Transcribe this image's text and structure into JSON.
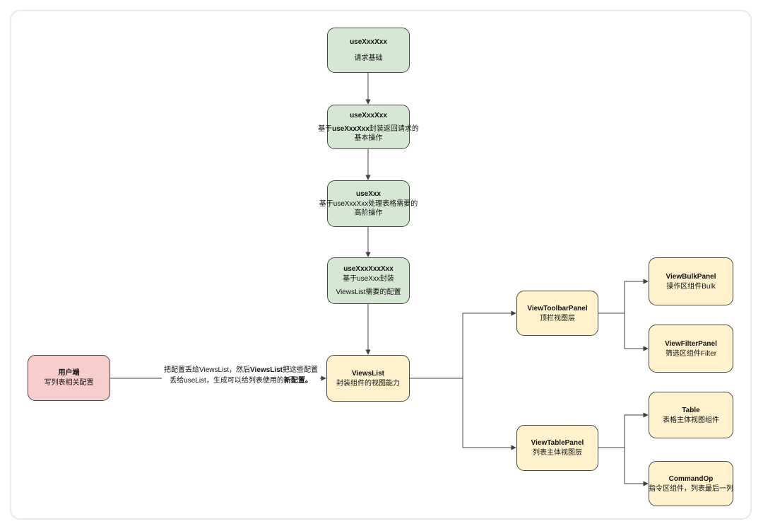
{
  "colors": {
    "green_fill": "#d5e8d4",
    "yellow_fill": "#fff2cc",
    "pink_fill": "#f8cecc",
    "stroke": "#474747",
    "line": "#3f3f3f",
    "frame_border": "#e9e9e9"
  },
  "nodes": {
    "use1": {
      "title": "useXxxXxx",
      "body1": "请求基础"
    },
    "use2": {
      "title": "useXxxXxx",
      "l1_pre": "基于",
      "l1_bold": "useXxxXxx",
      "l1_post": "封装返回请求的",
      "l2": "基本操作"
    },
    "use3": {
      "title": "useXxx",
      "l1": "基于useXxxXxx处理表格需要的",
      "l2": "高阶操作"
    },
    "use4": {
      "title": "useXxxXxxXxx",
      "l1": "基于useXxx封装",
      "l2": "ViewsList需要的配置"
    },
    "viewslist": {
      "title": "ViewsList",
      "body1": "封装组件的视图能力"
    },
    "client": {
      "title": "用户端",
      "body1": "写列表相关配置"
    },
    "toolbar": {
      "title": "ViewToolbarPanel",
      "body1": "顶栏视图层"
    },
    "bulk": {
      "title": "ViewBulkPanel",
      "body1": "操作区组件Bulk"
    },
    "filter": {
      "title": "ViewFilterPanel",
      "body1": "筛选区组件Filter"
    },
    "tablepanel": {
      "title": "ViewTablePanel",
      "body1": "列表主体视图层"
    },
    "table": {
      "title": "Table",
      "body1": "表格主体视图组件"
    },
    "command": {
      "title": "CommandOp",
      "body1": "指令区组件，列表最后一列"
    }
  },
  "edge_label": {
    "line1_pre": "把配置丢给ViewsList，然后",
    "line1_bold": "ViewsList",
    "line1_post": "把这些配置",
    "line2_pre": "丢给useList，生成可以给列表使用的",
    "line2_bold": "新配置。"
  }
}
